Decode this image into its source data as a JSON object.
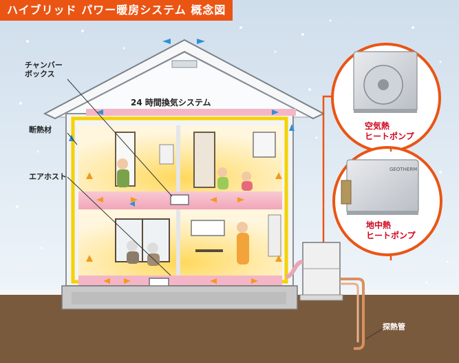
{
  "title": "ハイブリッド パワー暖房システム 概念図",
  "labels": {
    "chamber_box_1": "チャンバー",
    "chamber_box_2": "ボックス",
    "insulation": "断熱材",
    "air_hose": "エアホスト",
    "ventilation": "24 時間換気システム",
    "air_hp_1": "空気熱",
    "air_hp_2": "ヒートポンプ",
    "ground_hp_1": "地中熱",
    "ground_hp_2": "ヒートポンプ",
    "pipe": "探熱管"
  },
  "brand_text": "GEOTHERM",
  "colors": {
    "accent": "#ea5514",
    "callout_circle": "#ea5514",
    "label_red": "#d0021b",
    "warm_glow": "#ffe07a",
    "duct_pink": "#f4b6c6",
    "insulation_yellow": "#f5d200",
    "ground": "#7a5a3c"
  },
  "icons": [
    "snow",
    "arrow-blue",
    "arrow-orange",
    "heat-pump-unit"
  ]
}
